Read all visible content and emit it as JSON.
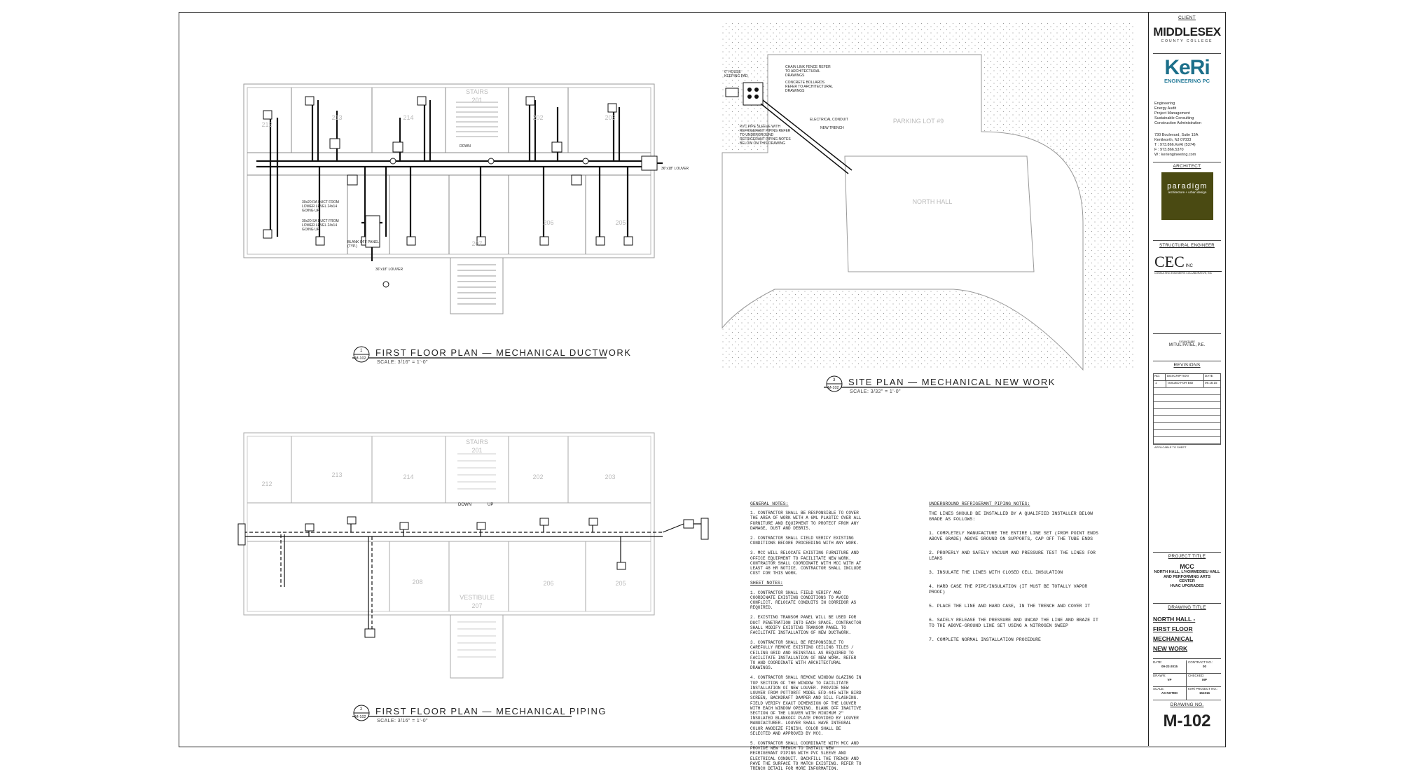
{
  "plans": {
    "ductwork": {
      "number": "1",
      "ref": "M-102",
      "title": "FIRST FLOOR PLAN — MECHANICAL DUCTWORK",
      "scale": "SCALE: 3/16\" = 1'-0\""
    },
    "piping": {
      "number": "2",
      "ref": "M-102",
      "title": "FIRST FLOOR PLAN — MECHANICAL PIPING",
      "scale": "SCALE: 3/16\" = 1'-0\""
    },
    "site": {
      "number": "3",
      "ref": "M-102",
      "title": "SITE PLAN — MECHANICAL NEW WORK",
      "scale": "SCALE: 3/32\" = 1'-0\""
    }
  },
  "rooms": {
    "r212": "212",
    "r213": "213",
    "r214": "214",
    "stairs": "STAIRS",
    "r201": "201",
    "r202": "202",
    "r203": "203",
    "r206": "206",
    "r205": "205",
    "r208": "208",
    "r207": "207",
    "vestibule": "VESTIBULE",
    "down": "DOWN",
    "up": "UP"
  },
  "site_labels": {
    "parking": "PARKING LOT #9",
    "north_hall": "NORTH HALL",
    "fence": "CHAIN LINK FENCE REFER TO ARCHITECTURAL DRAWINGS",
    "bollards": "CONCRETE BOLLARDS REFER TO ARCHITECTURAL DRAWINGS",
    "pad": "6\" HOUSE KEEPING PAD",
    "conduit": "ELECTRICAL CONDUIT",
    "trench": "NEW TRENCH",
    "pvc": "PVC PIPE SLEEVE WITH REFRIGERANT PIPING REFER TO UNDERGROUND REFRIGERANT PIPING NOTES BELOW ON THIS DRAWING"
  },
  "duct_labels": {
    "ra": "30x20 RA DUCT FROM LOWER LEVEL 24x14 GOING UP",
    "sa": "30x20 SA DUCT FROM LOWER LEVEL 24x14 GOING UP",
    "blank": "BLANK OFF PANEL (TYP.)",
    "louver": "36\"x18\" LOUVER"
  },
  "general_notes": {
    "heading": "GENERAL NOTES:",
    "items": [
      "1. CONTRACTOR SHALL BE RESPONSIBLE TO COVER THE AREA OF WORK WITH A 6ML PLASTIC OVER ALL FURNITURE AND EQUIPMENT TO PROTECT FROM ANY DAMAGE, DUST AND DEBRIS.",
      "2. CONTRACTOR SHALL FIELD VERIFY EXISTING CONDITIONS BEFORE PROCEEDING WITH ANY WORK.",
      "3. MCC WILL RELOCATE EXISTING FURNITURE AND OFFICE EQUIPMENT TO FACILITATE NEW WORK. CONTRACTOR SHALL COORDINATE WITH MCC WITH AT LEAST 48 HR NOTICE. CONTRACTOR SHALL INCLUDE COST FOR THIS WORK."
    ]
  },
  "sheet_notes": {
    "heading": "SHEET NOTES:",
    "items": [
      "1. CONTRACTOR SHALL FIELD VERIFY AND COORDINATE EXISTING CONDITIONS TO AVOID CONFLICT. RELOCATE CONDUITS IN CORRIDOR AS REQUIRED.",
      "2. EXISTING TRANSOM PANEL WILL BE USED FOR DUCT PENETRATION INTO EACH SPACE. CONTRACTOR SHALL MODIFY EXISTING TRANSOM PANEL TO FACILITATE INSTALLATION OF NEW DUCTWORK.",
      "3. CONTRACTOR SHALL BE RESPONSIBLE TO CAREFULLY REMOVE EXISTING CEILING TILES / CEILING GRID AND REINSTALL AS REQUIRED TO FACILITATE INSTALLATION OF NEW WORK. REFER TO AND COORDINATE WITH ARCHITECTURAL DRAWINGS.",
      "4. CONTRACTOR SHALL REMOVE WINDOW GLAZING IN TOP SECTION OF THE WINDOW TO FACILITATE INSTALLATION OF NEW LOUVER. PROVIDE NEW LOUVER FROM POTTORFF MODEL EFD-445 WITH BIRD SCREEN, BACKDRAFT DAMPER AND SILL FLASHING. FIELD VERIFY EXACT DIMENSION OF THE LOUVER WITH EACH WINDOW OPENING. BLANK OFF INACTIVE SECTION OF THE LOUVER WITH MINIMUM 2\" INSULATED BLANKOFF PLATE PROVIDED BY LOUVER MANUFACTURER. LOUVER SHALL HAVE INTEGRAL COLOR ANODIZE FINISH. COLOR SHALL BE SELECTED AND APPROVED BY MCC.",
      "5. CONTRACTOR SHALL COORDINATE WITH MCC AND PROVIDE NEW TRENCH TO INSTALL NEW REFRIGERANT PIPING WITH PVC SLEEVE AND ELECTRICAL CONDUIT. BACKFILL THE TRENCH AND PAVE THE SURFACE TO MATCH EXISTING. REFER TO TRENCH DETAIL FOR MORE INFORMATION."
    ]
  },
  "piping_notes": {
    "heading": "UNDERGROUND REFRIGERANT PIPING NOTES:",
    "intro": "THE LINES SHOULD BE INSTALLED BY A QUALIFIED INSTALLER BELOW GRADE AS FOLLOWS:",
    "items": [
      "1. COMPLETELY MANUFACTURE THE ENTIRE LINE SET (FROM POINT ENDS ABOVE GRADE) ABOVE GROUND ON SUPPORTS, CAP OFF THE TUBE ENDS",
      "2. PROPERLY AND SAFELY VACUUM AND PRESSURE TEST THE LINES FOR LEAKS",
      "3. INSULATE THE LINES WITH CLOSED CELL INSULATION",
      "4. HARD CASE THE PIPE/INSULATION (IT MUST BE TOTALLY VAPOR PROOF)",
      "5. PLACE THE LINE AND HARD CASE, IN THE TRENCH AND COVER IT",
      "6. SAFELY RELEASE THE PRESSURE AND UNCAP THE LINE AND BRAZE IT TO THE ABOVE-GROUND LINE SET USING A NITROGEN SWEEP",
      "7. COMPLETE NORMAL INSTALLATION PROCEDURE"
    ]
  },
  "title_block": {
    "client_hdr": "CLIENT",
    "client_name": "MIDDLESEX",
    "client_sub": "COUNTY COLLEGE",
    "keri": "KeRi",
    "keri_sub": "ENGINEERING PC",
    "keri_services": [
      "Engineering",
      "Energy Audit",
      "Project Management",
      "Sustainable Consulting",
      "Construction Administration"
    ],
    "keri_address": [
      "730 Boulevard, Suite 15A",
      "Kenilworth, NJ 07033",
      "T : 973.866.KeRi (5374)",
      "F : 973.866.5370",
      "W : keriengineering.com"
    ],
    "architect_hdr": "ARCHITECT",
    "architect": "paradigm",
    "architect_sub": "architecture + urban design",
    "structural_hdr": "STRUCTURAL ENGINEER",
    "structural": "CEC",
    "structural_inc": "INC",
    "structural_full": "CONSULTING ENGINEERS COLLABORATIVE, INC",
    "signature_hdr": "SIGNATURE",
    "signer": "MITUL PATEL, P.E.",
    "revisions_hdr": "REVISIONS",
    "rev_cols": [
      "NO.",
      "DESCRIPTION",
      "DATE"
    ],
    "rev_row": [
      "1",
      "ISSUED FOR BID",
      "09.18.15"
    ],
    "rev_note": "APPLICABLE TO SHEET",
    "project_hdr": "PROJECT TITLE",
    "project": [
      "MCC",
      "NORTH HALL, L'HOMMEDIEU HALL",
      "AND PERFORMING ARTS",
      "CENTER",
      "HVAC UPGRADES"
    ],
    "drawing_hdr": "DRAWING TITLE",
    "drawing_title": [
      "NORTH HALL -",
      "FIRST FLOOR",
      "MECHANICAL",
      "NEW WORK"
    ],
    "date_lbl": "DATE:",
    "date": "09-22-2015",
    "contract_lbl": "CONTRACT NO.:",
    "contract": "00",
    "drawn_lbl": "DRAWN:",
    "drawn": "VP",
    "checked_lbl": "CHECKED:",
    "checked": "MP",
    "scale_lbl": "SCALE:",
    "scale": "AS NOTED",
    "keri_proj_lbl": "KeRi PROJECT NO.:",
    "keri_proj": "151016",
    "drawing_no_hdr": "DRAWING NO.",
    "drawing_no": "M-102"
  }
}
